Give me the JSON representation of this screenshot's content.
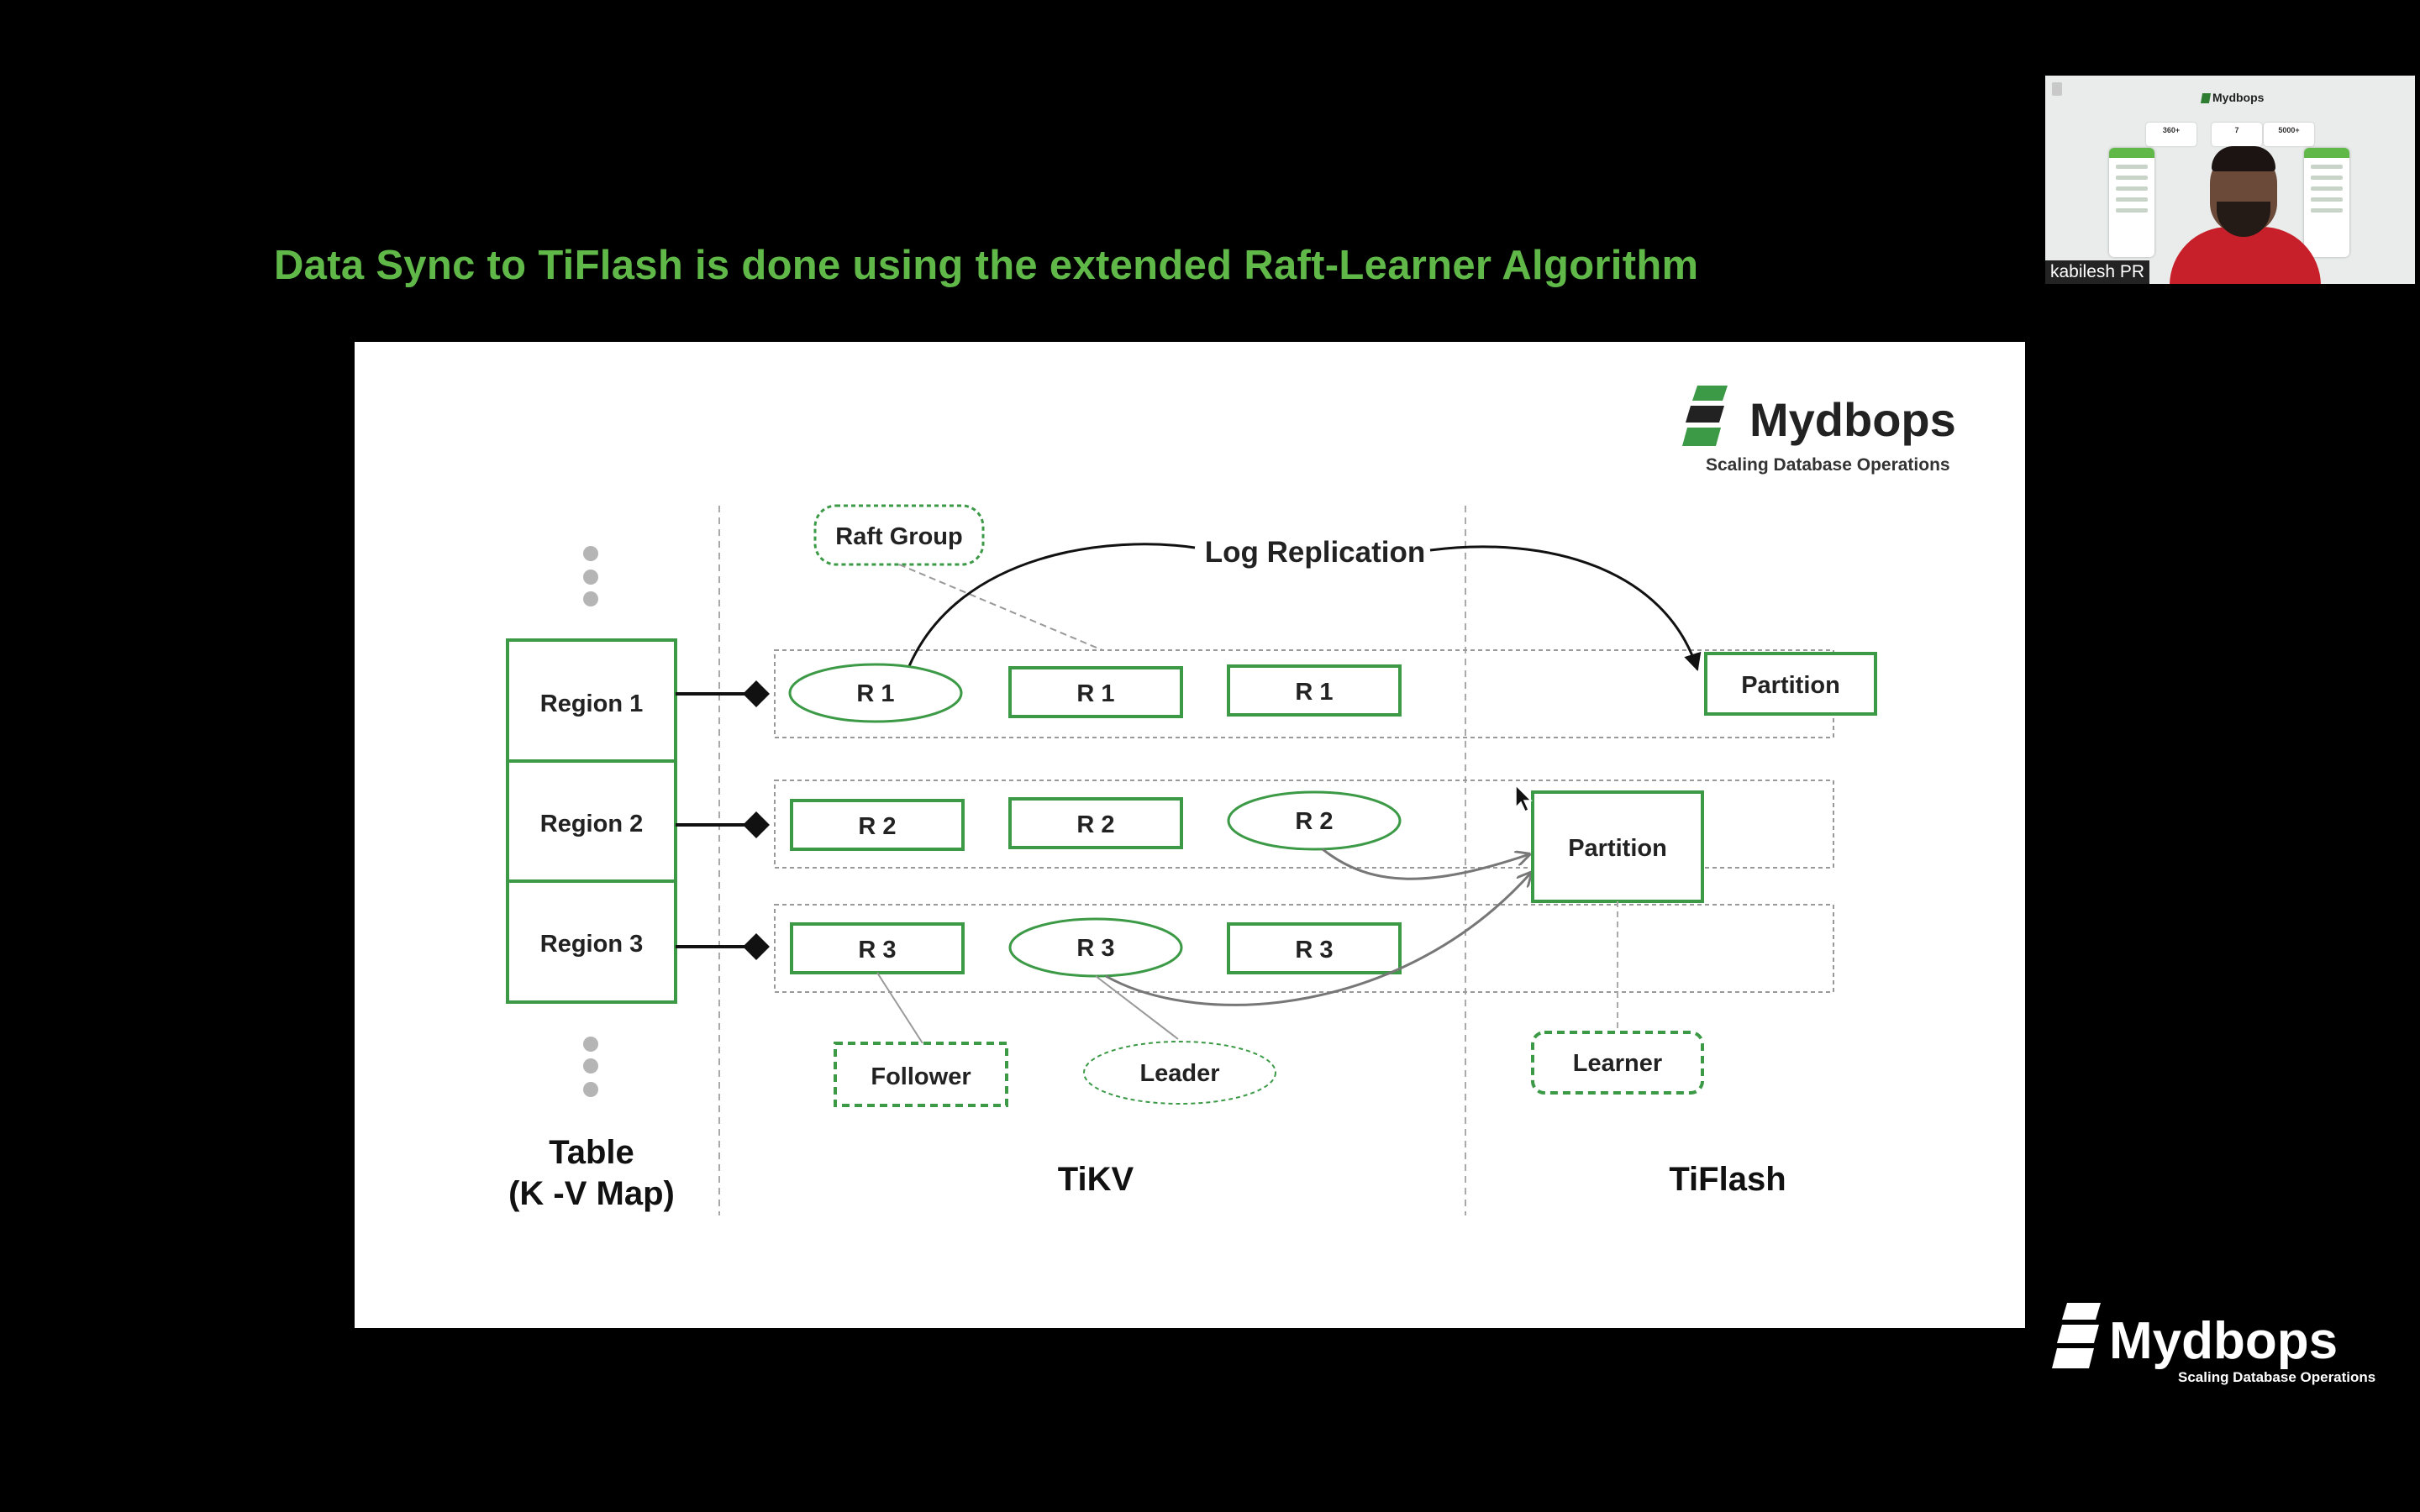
{
  "slide": {
    "title": "Data Sync to TiFlash is done using the extended Raft-Learner Algorithm"
  },
  "panel_logo": {
    "name": "Mydbops",
    "tagline": "Scaling Database Operations"
  },
  "diagram": {
    "regions": [
      "Region 1",
      "Region 2",
      "Region 3"
    ],
    "table_label": [
      "Table",
      "(K -V Map)"
    ],
    "raft_group_label": "Raft Group",
    "log_replication_label": "Log Replication",
    "replica_rows": [
      [
        "R 1",
        "R 1",
        "R 1"
      ],
      [
        "R 2",
        "R 2",
        "R 2"
      ],
      [
        "R 3",
        "R 3",
        "R 3"
      ]
    ],
    "follower_label": "Follower",
    "leader_label": "Leader",
    "partition_label": "Partition",
    "learner_label": "Learner",
    "tikv_label": "TiKV",
    "tiflash_label": "TiFlash"
  },
  "video_tile": {
    "participant_name": "kabilesh PR",
    "mini_logo": "Mydbops",
    "mini_stats": [
      "360+",
      "7",
      "5000+"
    ]
  },
  "watermark": {
    "name": "Mydbops",
    "tagline": "Scaling Database Operations"
  },
  "colors": {
    "accent_green": "#5fb848",
    "diagram_green": "#3c9a47",
    "background": "#000000"
  },
  "icons": [
    "mydbops-logo-icon",
    "mouse-cursor-icon",
    "pin-icon"
  ]
}
